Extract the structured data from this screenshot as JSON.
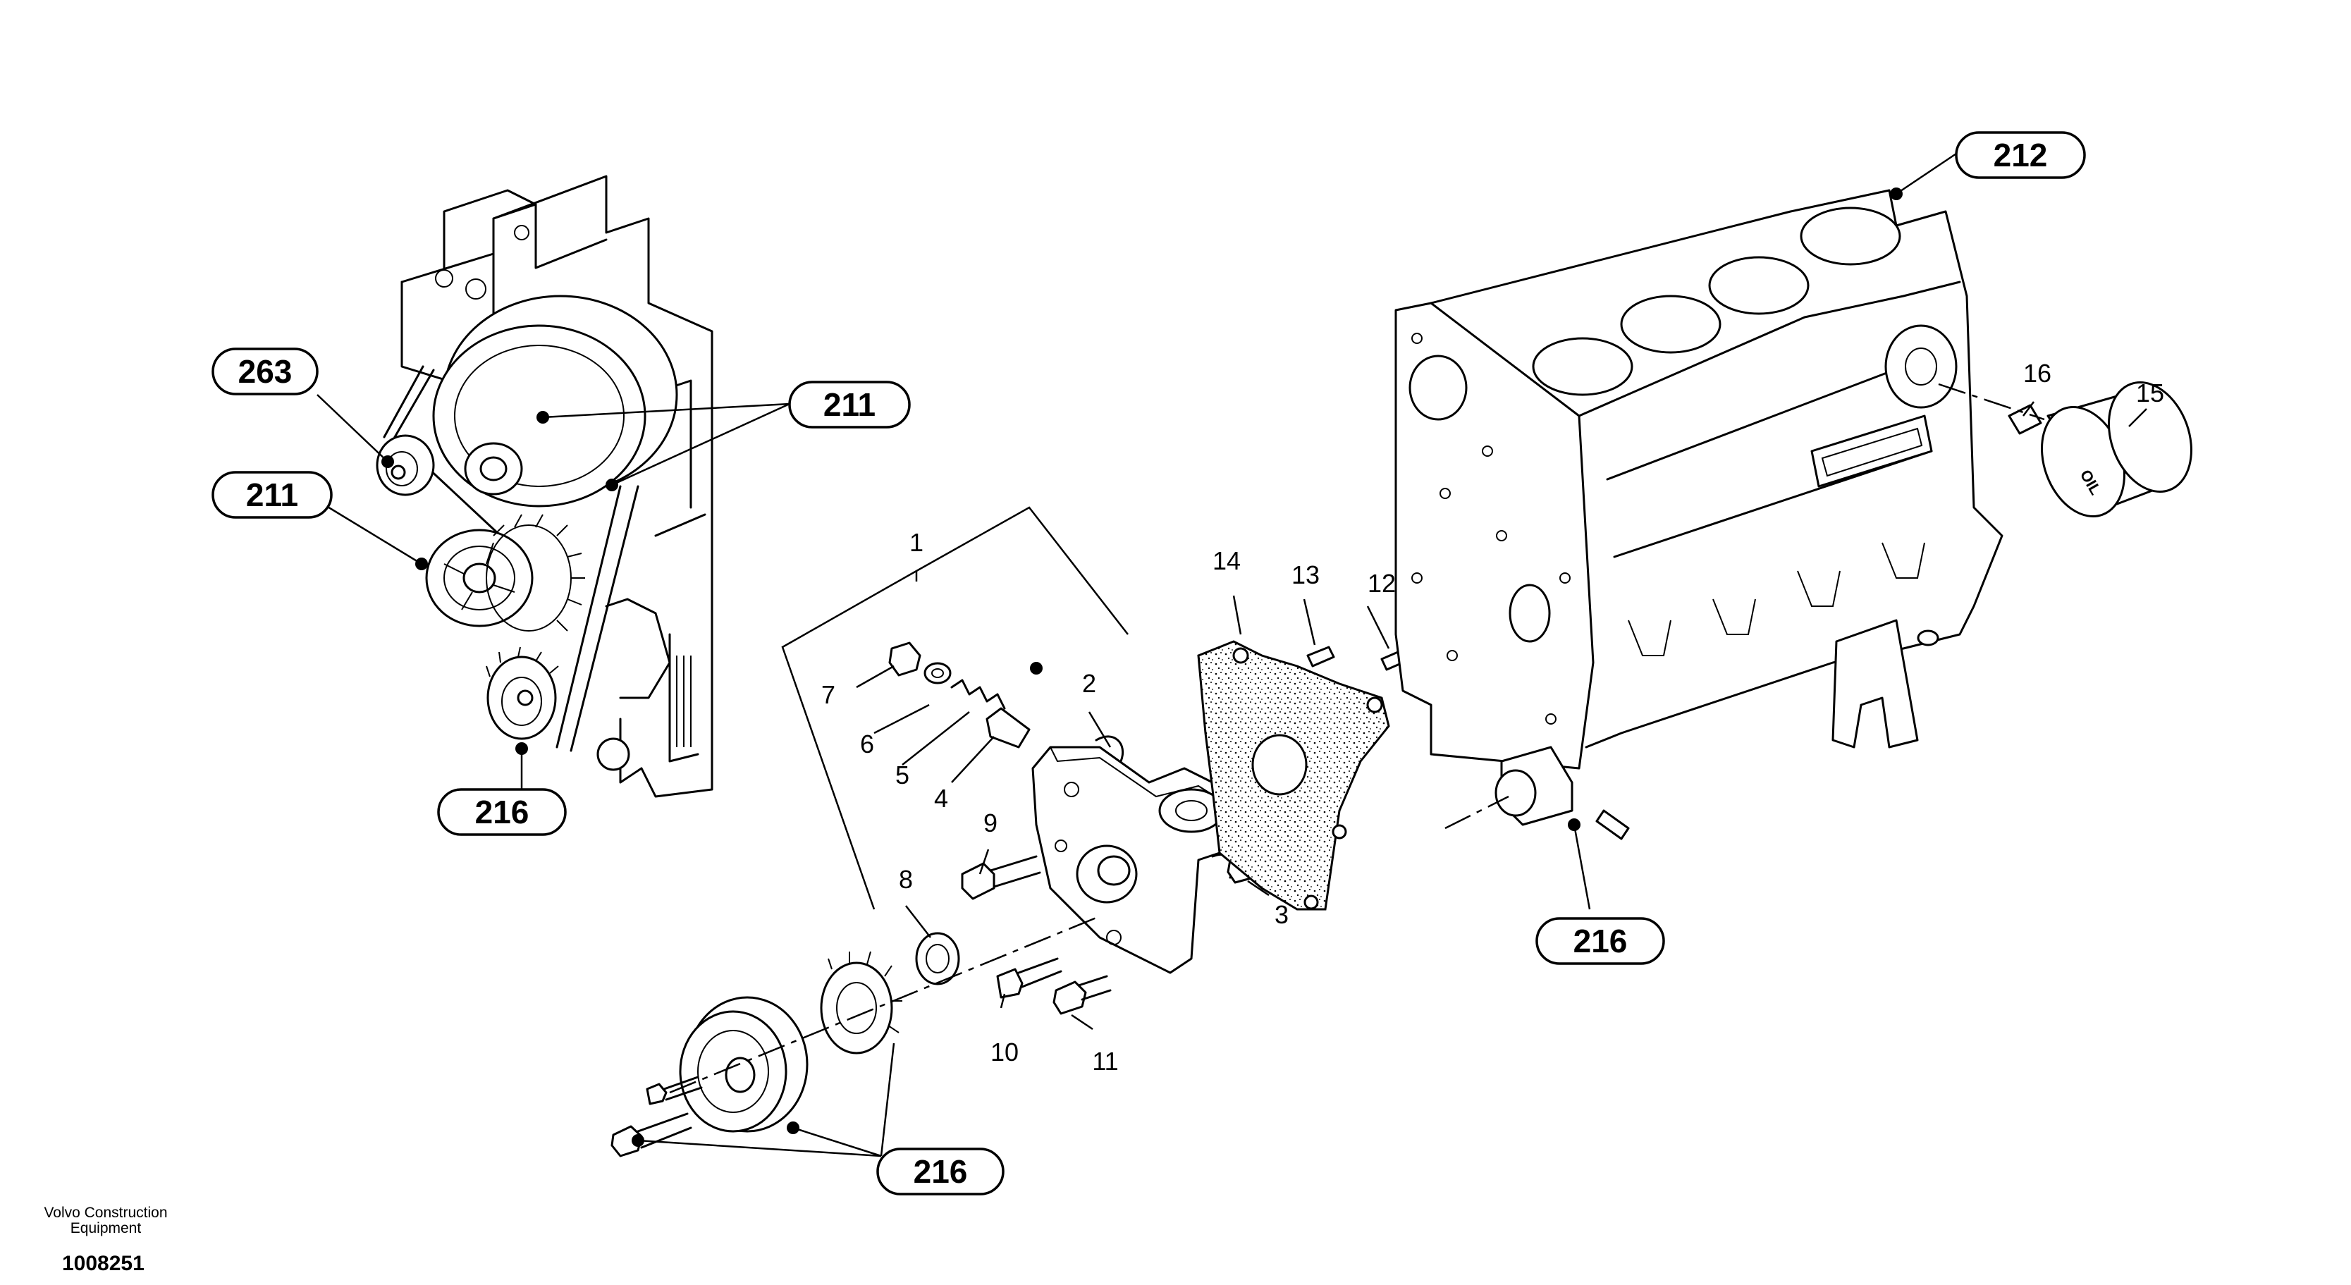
{
  "callouts": {
    "c263": "263",
    "c211_upper": "211",
    "c211_left": "211",
    "c216_left": "216",
    "c212": "212",
    "c216_right": "216",
    "c216_bottom": "216"
  },
  "part_numbers": {
    "p1": "1",
    "p2": "2",
    "p3": "3",
    "p4": "4",
    "p5": "5",
    "p6": "6",
    "p7": "7",
    "p8": "8",
    "p9": "9",
    "p10": "10",
    "p11": "11",
    "p12": "12",
    "p13": "13",
    "p14": "14",
    "p15": "15",
    "p16": "16"
  },
  "filter_label": "OIL",
  "footer": {
    "manufacturer_line1": "Volvo Construction",
    "manufacturer_line2": "Equipment",
    "document_number": "1008251"
  }
}
